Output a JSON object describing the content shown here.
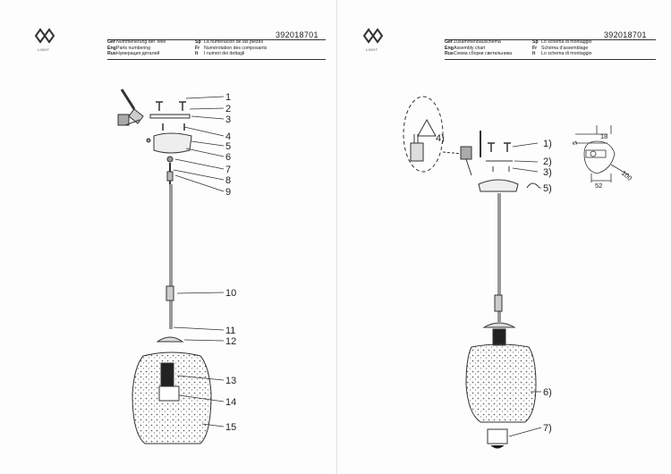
{
  "left_page": {
    "logo_text": "LIGHT",
    "doc_number": "392018701",
    "header": {
      "col1": [
        {
          "lang": "Ger",
          "text": "Nummerierung der Teile"
        },
        {
          "lang": "Eng",
          "text": "Parts numbering"
        },
        {
          "lang": "Rus",
          "text": "Нумерация деталей"
        }
      ],
      "col2": [
        {
          "lang": "Sp",
          "text": "La numeración de las piezas"
        },
        {
          "lang": "Fr",
          "text": "Numérotation des composants"
        },
        {
          "lang": "It",
          "text": "I numeri dei dettagli"
        }
      ]
    },
    "part_labels": [
      "1",
      "2",
      "3",
      "4",
      "5",
      "6",
      "7",
      "8",
      "9",
      "10",
      "11",
      "12",
      "13",
      "14",
      "15"
    ]
  },
  "right_page": {
    "logo_text": "LIGHT",
    "doc_number": "392018701",
    "header": {
      "col1": [
        {
          "lang": "Ger",
          "text": "Zusammenbauschema"
        },
        {
          "lang": "Eng",
          "text": "Assembly chart"
        },
        {
          "lang": "Rus",
          "text": "Схема сборки светильника"
        }
      ],
      "col2": [
        {
          "lang": "Sp",
          "text": "Lo schema di montaggio"
        },
        {
          "lang": "Fr",
          "text": "Schéma d'assemblage"
        },
        {
          "lang": "It",
          "text": "Lo schema di montaggio"
        }
      ]
    },
    "step_labels": [
      "1)",
      "2)",
      "3)",
      "4)",
      "5)",
      "6)",
      "7)"
    ],
    "dimensions": {
      "d1": "18",
      "d2": "5",
      "d3": "52",
      "d4": "100"
    }
  },
  "colors": {
    "ink": "#222222",
    "line": "#333333",
    "shade": "#bbbbbb"
  }
}
